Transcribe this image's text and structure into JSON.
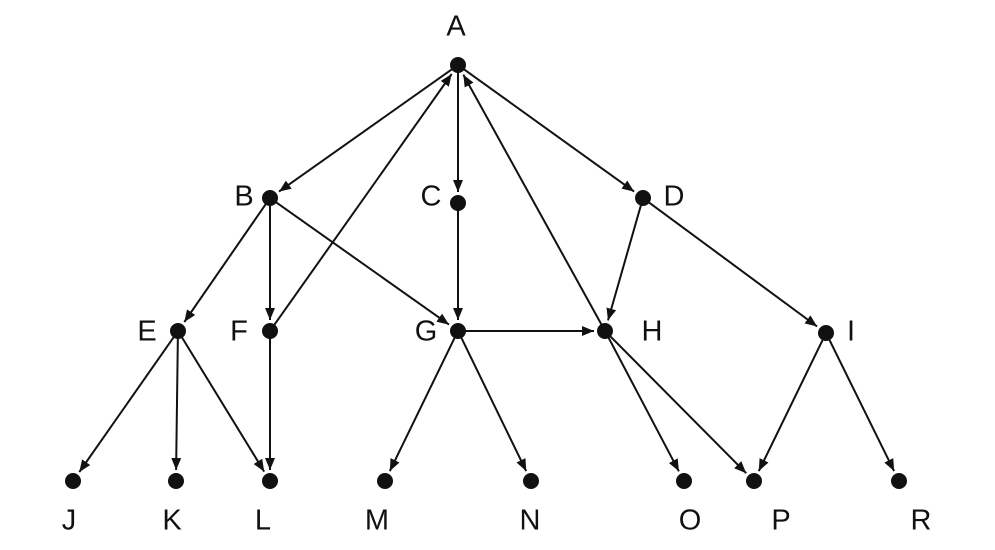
{
  "diagram": {
    "type": "directed-graph",
    "colors": {
      "ink": "#111111",
      "background": "#ffffff"
    },
    "nodes": [
      {
        "id": "A",
        "label": "A"
      },
      {
        "id": "B",
        "label": "B"
      },
      {
        "id": "C",
        "label": "C"
      },
      {
        "id": "D",
        "label": "D"
      },
      {
        "id": "E",
        "label": "E"
      },
      {
        "id": "F",
        "label": "F"
      },
      {
        "id": "G",
        "label": "G"
      },
      {
        "id": "H",
        "label": "H"
      },
      {
        "id": "I",
        "label": "I"
      },
      {
        "id": "J",
        "label": "J"
      },
      {
        "id": "K",
        "label": "K"
      },
      {
        "id": "L",
        "label": "L"
      },
      {
        "id": "M",
        "label": "M"
      },
      {
        "id": "N",
        "label": "N"
      },
      {
        "id": "O",
        "label": "O"
      },
      {
        "id": "P",
        "label": "P"
      },
      {
        "id": "R",
        "label": "R"
      }
    ],
    "edges": [
      {
        "from": "A",
        "to": "B"
      },
      {
        "from": "A",
        "to": "C"
      },
      {
        "from": "A",
        "to": "D"
      },
      {
        "from": "B",
        "to": "E"
      },
      {
        "from": "B",
        "to": "F"
      },
      {
        "from": "B",
        "to": "G"
      },
      {
        "from": "C",
        "to": "G"
      },
      {
        "from": "D",
        "to": "H"
      },
      {
        "from": "D",
        "to": "I"
      },
      {
        "from": "F",
        "to": "A"
      },
      {
        "from": "H",
        "to": "A"
      },
      {
        "from": "G",
        "to": "H"
      },
      {
        "from": "E",
        "to": "J"
      },
      {
        "from": "E",
        "to": "K"
      },
      {
        "from": "E",
        "to": "L"
      },
      {
        "from": "F",
        "to": "L"
      },
      {
        "from": "G",
        "to": "M"
      },
      {
        "from": "G",
        "to": "N"
      },
      {
        "from": "H",
        "to": "O"
      },
      {
        "from": "H",
        "to": "P"
      },
      {
        "from": "I",
        "to": "P"
      },
      {
        "from": "I",
        "to": "R"
      }
    ]
  }
}
